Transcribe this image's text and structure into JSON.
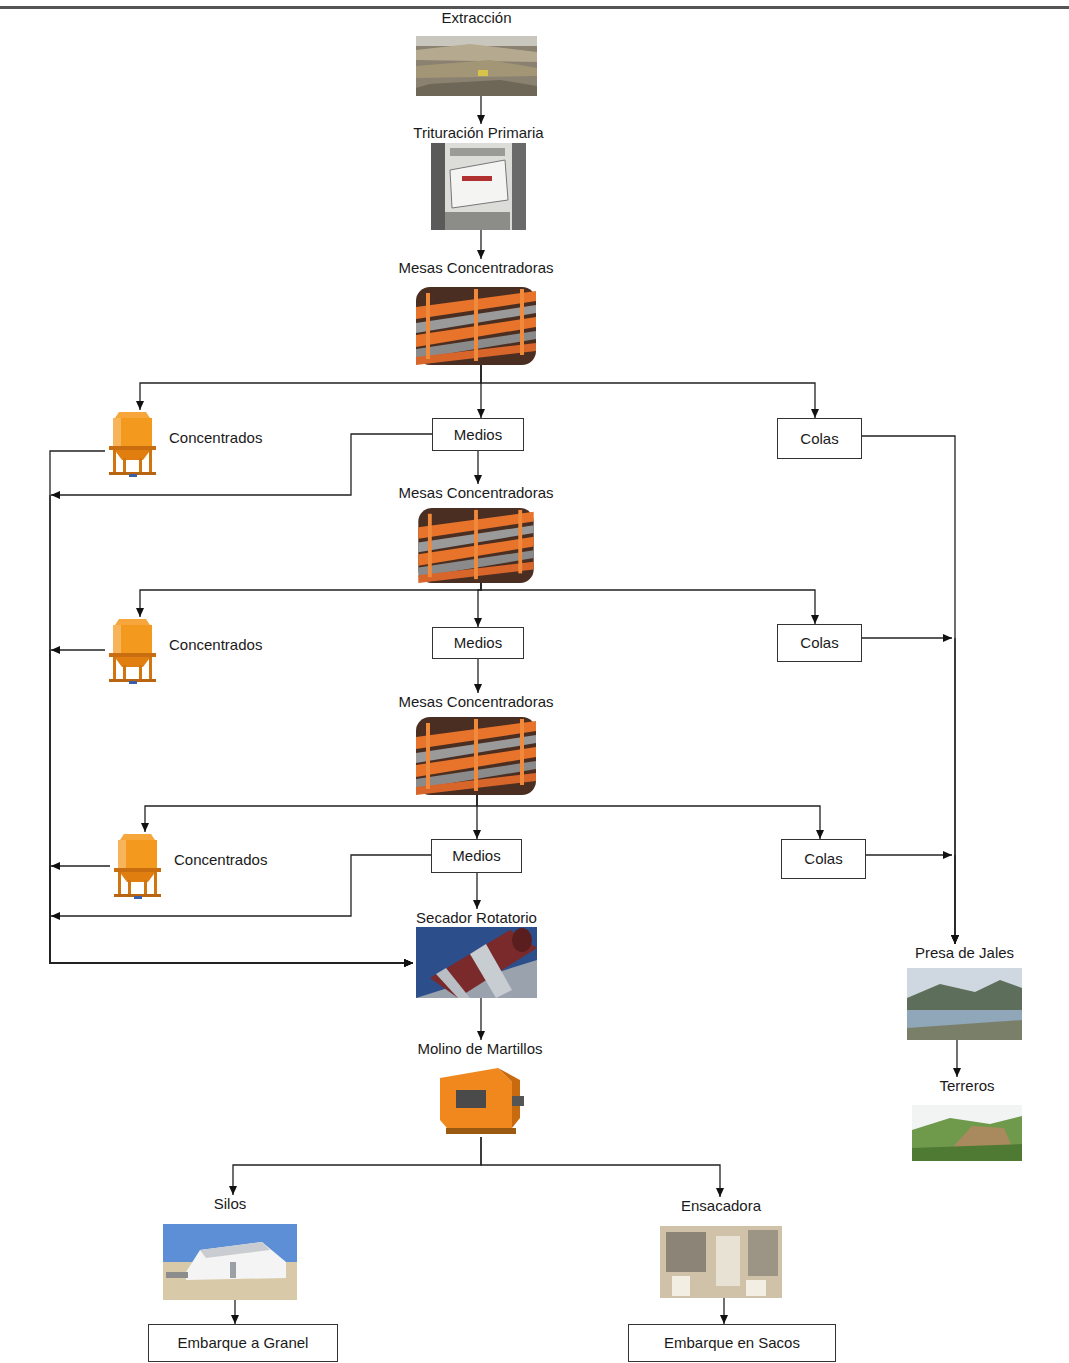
{
  "diagram": {
    "nodes": [
      {
        "text": [
          "Extracción"
        ]
      },
      {
        "text": [
          "Trituración Primaria"
        ]
      },
      {
        "text": [
          "Mesas Concentradoras"
        ]
      },
      {
        "text": [
          "Concentrados"
        ]
      },
      {
        "text": [
          "Medios"
        ]
      },
      {
        "text": [
          "Colas"
        ]
      },
      {
        "text": [
          "Mesas Concentradoras"
        ]
      },
      {
        "text": [
          "Concentrados"
        ]
      },
      {
        "text": [
          "Medios"
        ]
      },
      {
        "text": [
          "Colas"
        ]
      },
      {
        "text": [
          "Mesas Concentradoras"
        ]
      },
      {
        "text": [
          "Concentrados"
        ]
      },
      {
        "text": [
          "Medios"
        ]
      },
      {
        "text": [
          "Colas"
        ]
      },
      {
        "text": [
          "Secador Rotatorio"
        ]
      },
      {
        "text": [
          "Presa de Jales"
        ]
      },
      {
        "text": [
          "Molino de Martillos"
        ]
      },
      {
        "text": [
          "Terreros"
        ]
      },
      {
        "text": [
          "Silos"
        ]
      },
      {
        "text": [
          "Ensacadora"
        ]
      },
      {
        "text": [
          "Embarque a Granel"
        ]
      },
      {
        "text": [
          "Embarque en Sacos"
        ]
      }
    ],
    "edges": [
      {
        "from": 0,
        "to": 1,
        "arrow": "to"
      },
      {
        "from": 1,
        "to": 2,
        "arrow": "to"
      },
      {
        "from": 2,
        "to": 3,
        "arrow": "to"
      },
      {
        "from": 2,
        "to": 4,
        "arrow": "to"
      },
      {
        "from": 2,
        "to": 5,
        "arrow": "to"
      },
      {
        "from": 3,
        "to": 14,
        "arrow": "to"
      },
      {
        "from": 4,
        "to": 6,
        "arrow": "to"
      },
      {
        "from": 4,
        "to": 14,
        "arrow": "to"
      },
      {
        "from": 5,
        "to": 15,
        "arrow": "to"
      },
      {
        "from": 6,
        "to": 7,
        "arrow": "to"
      },
      {
        "from": 6,
        "to": 8,
        "arrow": "to"
      },
      {
        "from": 6,
        "to": 9,
        "arrow": "to"
      },
      {
        "from": 7,
        "to": 14,
        "arrow": "to"
      },
      {
        "from": 8,
        "to": 10,
        "arrow": "to"
      },
      {
        "from": 9,
        "to": 15,
        "arrow": "to"
      },
      {
        "from": 10,
        "to": 11,
        "arrow": "to"
      },
      {
        "from": 10,
        "to": 12,
        "arrow": "to"
      },
      {
        "from": 10,
        "to": 13,
        "arrow": "to"
      },
      {
        "from": 11,
        "to": 14,
        "arrow": "to"
      },
      {
        "from": 12,
        "to": 14,
        "arrow": "to"
      },
      {
        "from": 13,
        "to": 15,
        "arrow": "to"
      },
      {
        "from": 14,
        "to": 16,
        "arrow": "to"
      },
      {
        "from": 15,
        "to": 17,
        "arrow": "to"
      },
      {
        "from": 16,
        "to": 18,
        "arrow": "to"
      },
      {
        "from": 16,
        "to": 19,
        "arrow": "to"
      },
      {
        "from": 18,
        "to": 20,
        "arrow": "to"
      },
      {
        "from": 19,
        "to": 21,
        "arrow": "to"
      }
    ]
  }
}
